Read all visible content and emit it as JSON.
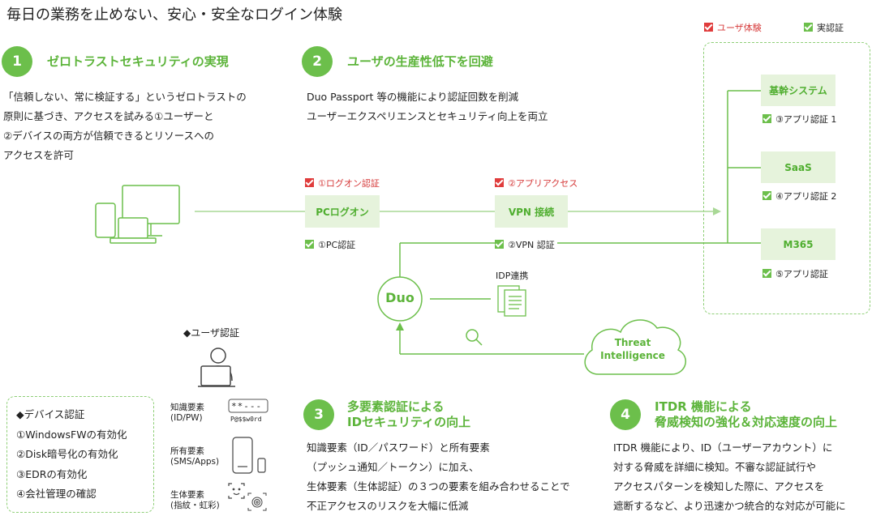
{
  "title": "毎日の業務を止めない、安心・安全なログイン体験",
  "legend": {
    "user_exp": "ユーザ体験",
    "real_auth": "実認証"
  },
  "colors": {
    "green": "#6cbf4b",
    "light_green": "#e6f3dc",
    "red": "#e03c3c"
  },
  "sec1": {
    "num": "1",
    "head": "ゼロトラストセキュリティの実現",
    "lines": [
      "「信頼しない、常に検証する」というゼロトラストの",
      "原則に基づき、アクセスを試みる①ユーザーと",
      "②デバイスの両方が信頼できるとリソースへの",
      "アクセスを許可"
    ]
  },
  "sec2": {
    "num": "2",
    "head": "ユーザの生産性低下を回避",
    "lines": [
      "Duo Passport 等の機能により認証回数を削減",
      "ユーザーエクスペリエンスとセキュリティ向上を両立"
    ]
  },
  "flow": {
    "logon_label": "①ログオン認証",
    "app_access_label": "②アプリアクセス",
    "pc_logon": "PCログオン",
    "vpn": "VPN 接続",
    "pc_auth": "①PC認証",
    "vpn_auth": "②VPN 認証",
    "duo": "Duo",
    "idp": "IDP連携",
    "threat": "Threat Intelligence",
    "threat_l1": "Threat",
    "threat_l2": "Intelligence"
  },
  "systems": [
    {
      "name": "基幹システム",
      "auth": "③アプリ認証 1"
    },
    {
      "name": "SaaS",
      "auth": "④アプリ認証 2"
    },
    {
      "name": "M365",
      "auth": "⑤アプリ認証"
    }
  ],
  "user_auth": {
    "heading": "◆ユーザ認証",
    "knowledge": {
      "label1": "知識要素",
      "label2": "(ID/PW)",
      "pw_mask": "**---",
      "pw_text": "P@$$w0rd"
    },
    "possession": {
      "label1": "所有要素",
      "label2": "(SMS/Apps)"
    },
    "biometric": {
      "label1": "生体要素",
      "label2": "(指紋・虹彩)"
    }
  },
  "device_auth": {
    "heading": "◆デバイス認証",
    "items": [
      "①WindowsFWの有効化",
      "②Disk暗号化の有効化",
      "③EDRの有効化",
      "④会社管理の確認"
    ]
  },
  "sec3": {
    "num": "3",
    "head1": "多要素認証による",
    "head2": "IDセキュリティの向上",
    "lines": [
      "知識要素（ID／パスワード）と所有要素",
      "（プッシュ通知／トークン）に加え、",
      "生体要素（生体認証）の３つの要素を組み合わせることで",
      "不正アクセスのリスクを大幅に低減"
    ]
  },
  "sec4": {
    "num": "4",
    "head1": "ITDR 機能による",
    "head2": "脅威検知の強化＆対応速度の向上",
    "lines": [
      "ITDR 機能により、ID（ユーザーアカウント）に",
      "対する脅威を詳細に検知。不審な認証試行や",
      "アクセスパターンを検知した際に、アクセスを",
      "遮断するなど、より迅速かつ統合的な対応が可能に"
    ]
  }
}
